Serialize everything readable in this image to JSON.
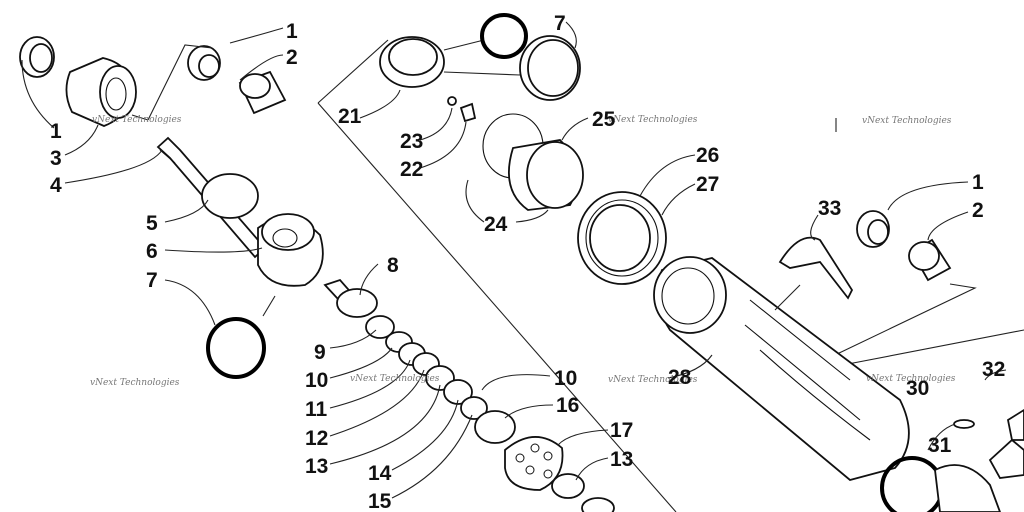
{
  "watermark": "vNext Technologies",
  "callouts": {
    "c1a": "1",
    "c2a": "2",
    "c1b": "1",
    "c3": "3",
    "c4": "4",
    "c5": "5",
    "c6": "6",
    "c7a": "7",
    "c8": "8",
    "c9": "9",
    "c10a": "10",
    "c11": "11",
    "c12": "12",
    "c13a": "13",
    "c14": "14",
    "c15": "15",
    "c10b": "10",
    "c16": "16",
    "c17": "17",
    "c13b": "13",
    "c7b": "7",
    "c21": "21",
    "c23": "23",
    "c22": "22",
    "c25": "25",
    "c24": "24",
    "c26": "26",
    "c27": "27",
    "c28": "28",
    "c33": "33",
    "c1c": "1",
    "c2c": "2",
    "c32": "32",
    "c30": "30",
    "c31": "31"
  }
}
